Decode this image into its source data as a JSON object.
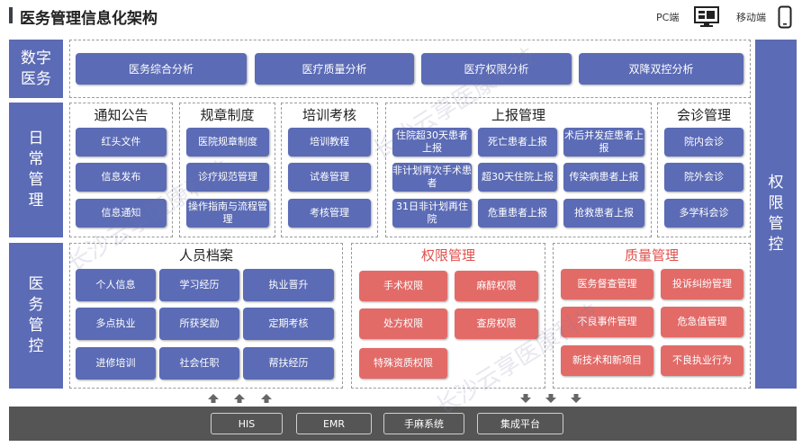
{
  "header": {
    "title": "医务管理信息化架构",
    "pc_label": "PC端",
    "mobile_label": "移动端"
  },
  "rows": {
    "digital": {
      "label": "数字医务",
      "items": [
        "医务综合分析",
        "医疗质量分析",
        "医疗权限分析",
        "双降双控分析"
      ]
    },
    "daily": {
      "label": "日常管理",
      "groups": [
        {
          "title": "通知公告",
          "items": [
            "红头文件",
            "信息发布",
            "信息通知"
          ]
        },
        {
          "title": "规章制度",
          "items": [
            "医院规章制度",
            "诊疗规范管理",
            "操作指南与流程管理"
          ]
        },
        {
          "title": "培训考核",
          "items": [
            "培训教程",
            "试卷管理",
            "考核管理"
          ]
        },
        {
          "title": "上报管理",
          "items": [
            "住院超30天患者上报",
            "死亡患者上报",
            "术后并发症患者上报",
            "非计划再次手术患者",
            "超30天住院上报",
            "传染病患者上报",
            "31日非计划再住院",
            "危重患者上报",
            "抢救患者上报"
          ]
        },
        {
          "title": "会诊管理",
          "items": [
            "院内会诊",
            "院外会诊",
            "多学科会诊"
          ]
        }
      ]
    },
    "control": {
      "label": "医务管控",
      "personnel": {
        "title": "人员档案",
        "items": [
          "个人信息",
          "学习经历",
          "执业晋升",
          "多点执业",
          "所获奖励",
          "定期考核",
          "进修培训",
          "社会任职",
          "帮扶经历"
        ]
      },
      "permission": {
        "title": "权限管理",
        "items": [
          "手术权限",
          "麻醉权限",
          "处方权限",
          "查房权限",
          "特殊资质权限"
        ]
      },
      "quality": {
        "title": "质量管理",
        "items": [
          "医务督查管理",
          "投诉纠纷管理",
          "不良事件管理",
          "危急值管理",
          "新技术和新项目",
          "不良执业行为"
        ]
      }
    }
  },
  "right_panel": {
    "label": "权限管控"
  },
  "systems": [
    "HIS",
    "EMR",
    "手麻系统",
    "集成平台"
  ],
  "watermark": "长沙云享医康科技",
  "colors": {
    "accent": "#5b6bb5",
    "alert": "#e26b68",
    "bar": "#555555"
  },
  "icons": [
    "desktop-icon",
    "mobile-icon",
    "arrow-up-icon",
    "arrow-down-icon"
  ]
}
